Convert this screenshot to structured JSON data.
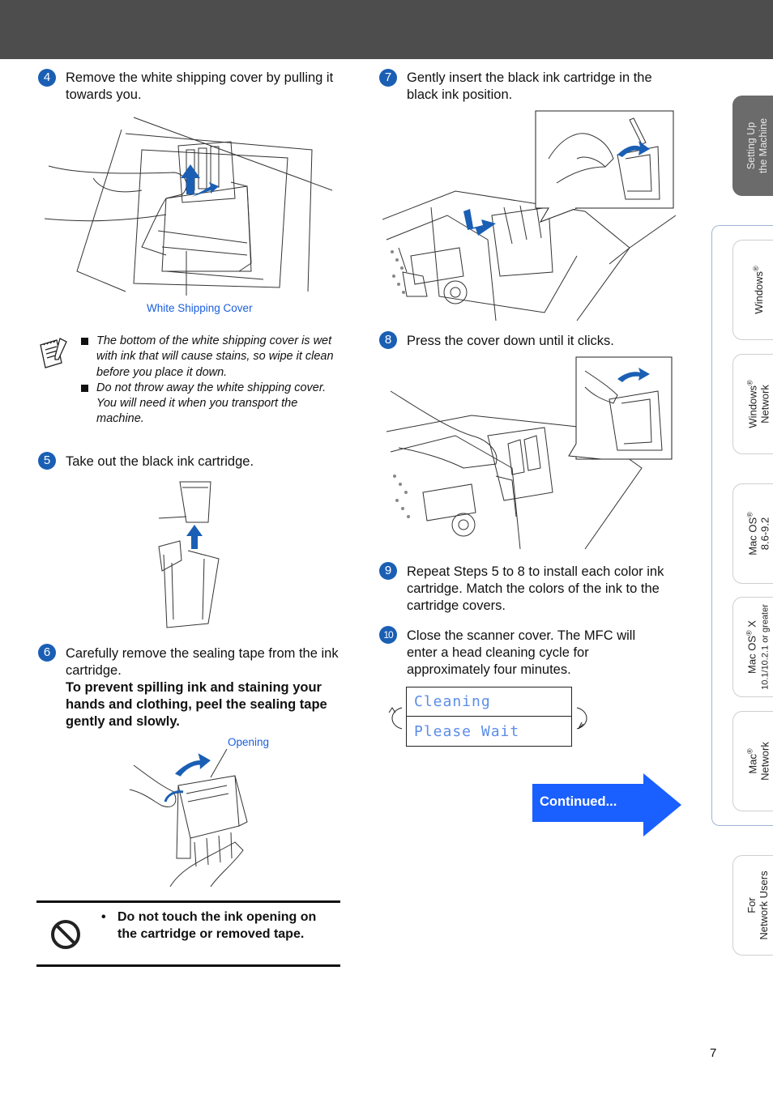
{
  "steps": {
    "s4": {
      "num": "4",
      "text": "Remove the white shipping cover by pulling it towards you."
    },
    "s5": {
      "num": "5",
      "text": "Take out the black ink cartridge."
    },
    "s6": {
      "num": "6",
      "text": "Carefully remove the sealing tape from the ink cartridge.",
      "bold": "To prevent spilling ink and staining your hands and clothing, peel the sealing tape gently and slowly."
    },
    "s7": {
      "num": "7",
      "text": "Gently insert the black ink cartridge in the black ink position."
    },
    "s8": {
      "num": "8",
      "text": "Press the cover down until it clicks."
    },
    "s9": {
      "num": "9",
      "text": "Repeat Steps 5 to 8 to install each color ink cartridge. Match the colors of the ink to the cartridge covers."
    },
    "s10": {
      "num": "10",
      "text": "Close the scanner cover. The MFC will enter a head cleaning cycle for approximately four minutes."
    }
  },
  "captions": {
    "white_cover": "White Shipping Cover",
    "opening": "Opening"
  },
  "note": {
    "items": [
      "The bottom of the white shipping cover is wet with ink that will cause stains, so wipe it clean before you place it down.",
      "Do not throw away the white shipping cover. You will need it when you transport the machine."
    ]
  },
  "warning": {
    "bullet": "•",
    "text": "Do not touch the ink opening on the cartridge or removed tape."
  },
  "lcd": {
    "line1": "Cleaning",
    "line2": "Please Wait"
  },
  "continued": "Continued...",
  "tabs": {
    "setup_l1": "Setting Up",
    "setup_l2": "the Machine",
    "win_l1": "Windows",
    "win2_l1": "Windows",
    "win2_l2": "Network",
    "mac_l1": "Mac OS",
    "mac_l2": "8.6-9.2",
    "macx_l1": "Mac OS",
    "macx_l1b": " X",
    "macx_l2": "10.1/10.2.1 or greater",
    "macnet_l1": "Mac",
    "macnet_l2": "Network",
    "net_l1": "For",
    "net_l2": "Network Users",
    "reg": "®"
  },
  "page_number": "7",
  "colors": {
    "accent": "#1a5fb4",
    "topbar": "#4d4d4d",
    "lcd_text": "#5b8de8"
  }
}
